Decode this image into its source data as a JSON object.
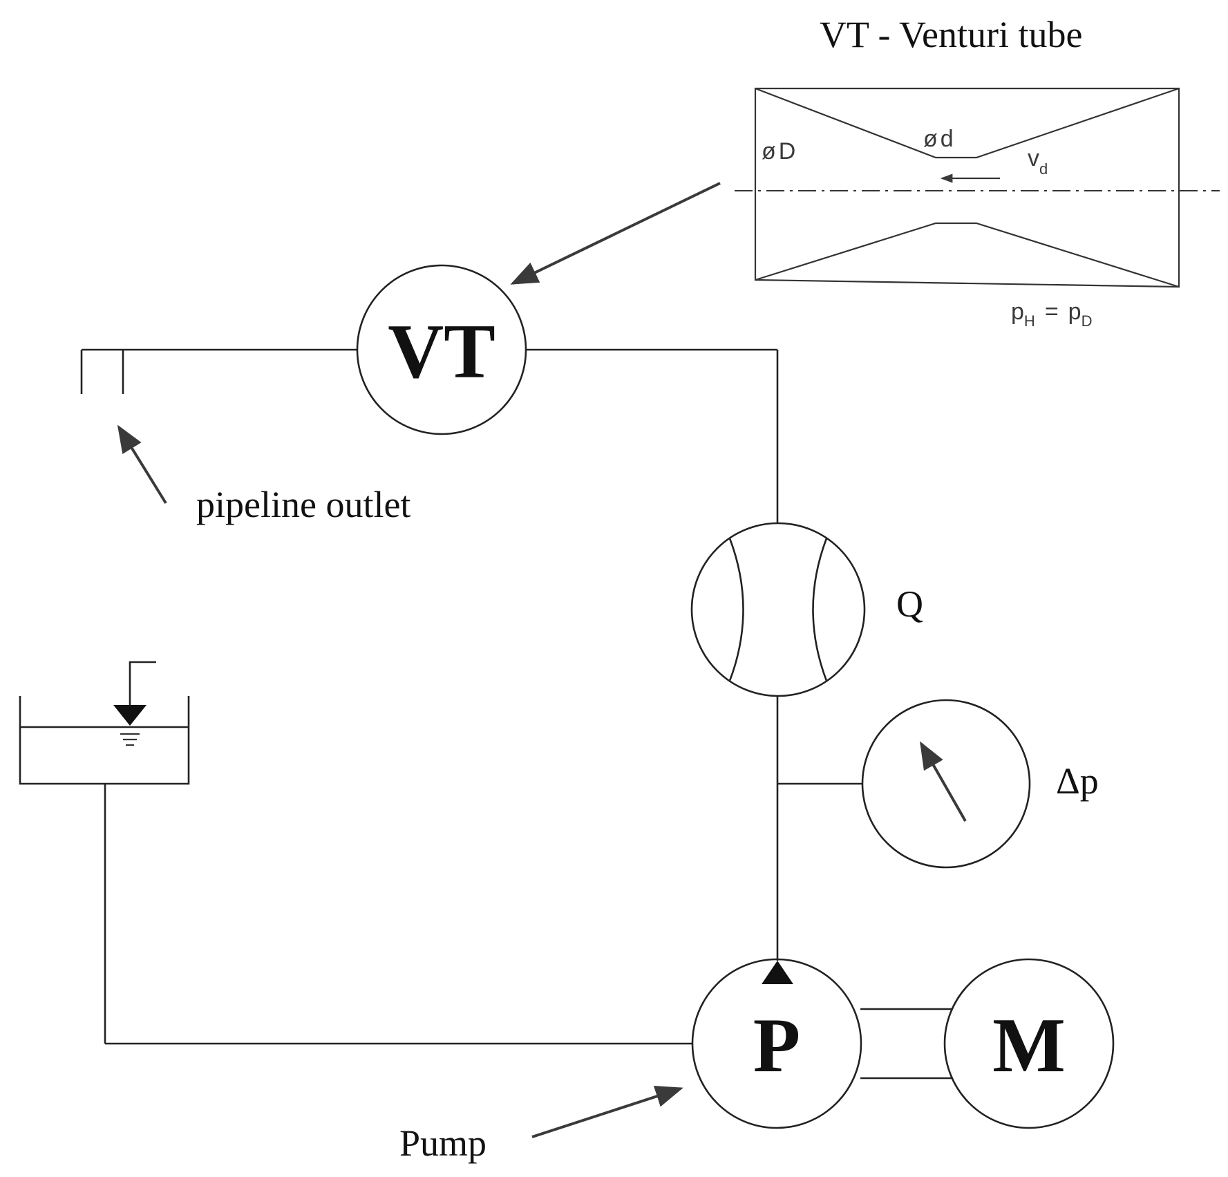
{
  "venturi": {
    "title": "VT - Venturi tube",
    "dia_D": "D",
    "dia_d": "d",
    "diameter_symbol": "ø",
    "vel_v": "v",
    "vel_sub": "d",
    "p_left": "p",
    "p_left_sub": "H",
    "equals": "=",
    "p_right": "p",
    "p_right_sub": "D"
  },
  "components": {
    "vt": "VT",
    "flowmeter": "Q",
    "pressure_gauge": "Δp",
    "pump": "P",
    "motor": "M"
  },
  "labels": {
    "pipeline_outlet": "pipeline outlet",
    "pump": "Pump"
  }
}
